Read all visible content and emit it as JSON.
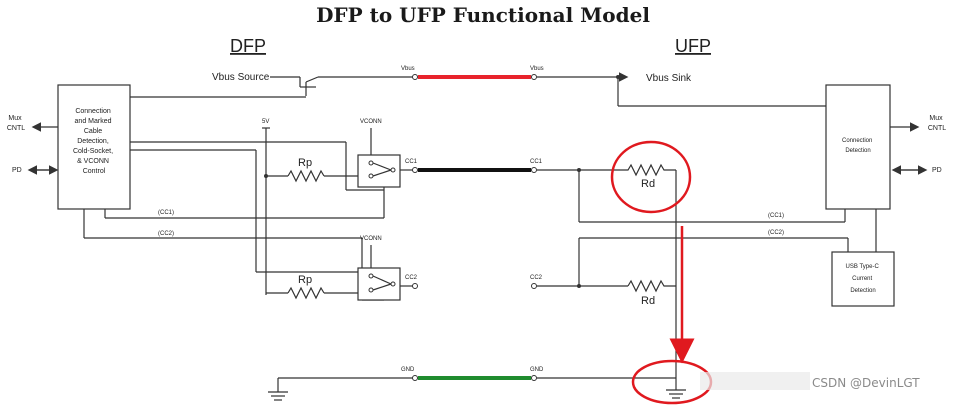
{
  "title": "DFP to UFP Functional Model",
  "dfp": {
    "heading": "DFP",
    "control_block": [
      "Connection",
      "and Marked",
      "Cable",
      "Detection,",
      "Cold-Socket,",
      "& VCONN",
      "Control"
    ],
    "mux_label": [
      "Mux",
      "CNTL"
    ],
    "pd_label": "PD",
    "vbus_source": "Vbus Source",
    "five_v": "5V",
    "vconn_top": "VCONN",
    "vconn_bottom": "VCONN",
    "rp_top": "Rp",
    "rp_bottom": "Rp",
    "cc1_bus": "(CC1)",
    "cc2_bus": "(CC2)",
    "cc1_pin": "CC1",
    "cc2_pin": "CC2",
    "vbus_pin": "Vbus",
    "gnd_pin": "GND"
  },
  "ufp": {
    "heading": "UFP",
    "vbus_sink": "Vbus Sink",
    "detect_block": [
      "Connection",
      "Detection"
    ],
    "mux_label": [
      "Mux",
      "CNTL"
    ],
    "pd_label": "PD",
    "current_block": [
      "USB Type-C",
      "Current",
      "Detection"
    ],
    "rd_top": "Rd",
    "rd_bottom": "Rd",
    "cc1_bus": "(CC1)",
    "cc2_bus": "(CC2)",
    "cc1_pin": "CC1",
    "cc2_pin": "CC2",
    "vbus_pin": "Vbus",
    "gnd_pin": "GND"
  },
  "colors": {
    "vbus_cable": "#e8232b",
    "cc1_cable": "#111111",
    "gnd_cable": "#1f8c2e",
    "annotation": "#e0191f"
  },
  "watermark": "CSDN @DevinLGT"
}
